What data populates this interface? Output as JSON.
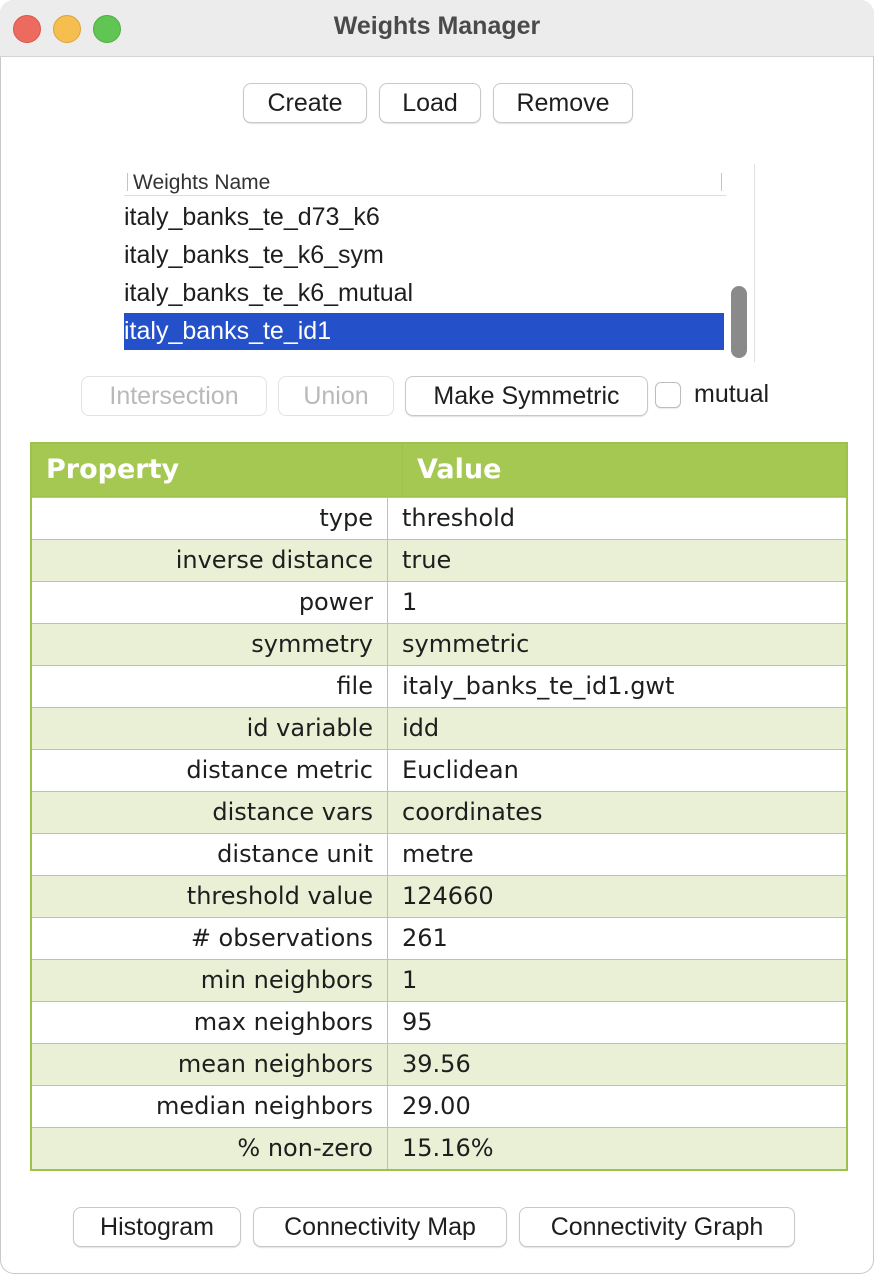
{
  "window": {
    "title": "Weights Manager"
  },
  "toolbar": {
    "create": "Create",
    "load": "Load",
    "remove": "Remove"
  },
  "weights_list": {
    "header": "Weights Name",
    "items": [
      {
        "label": "italy_banks_te_d73_k6",
        "selected": false
      },
      {
        "label": "italy_banks_te_k6_sym",
        "selected": false
      },
      {
        "label": "italy_banks_te_k6_mutual",
        "selected": false
      },
      {
        "label": "italy_banks_te_id1",
        "selected": true
      }
    ]
  },
  "ops": {
    "intersection": "Intersection",
    "union": "Union",
    "make_symmetric": "Make Symmetric",
    "mutual_label": "mutual",
    "mutual_checked": false
  },
  "properties": {
    "header_property": "Property",
    "header_value": "Value",
    "rows": [
      {
        "key": "type",
        "value": "threshold"
      },
      {
        "key": "inverse distance",
        "value": "true"
      },
      {
        "key": "power",
        "value": "1"
      },
      {
        "key": "symmetry",
        "value": "symmetric"
      },
      {
        "key": "file",
        "value": "italy_banks_te_id1.gwt"
      },
      {
        "key": "id variable",
        "value": "idd"
      },
      {
        "key": "distance metric",
        "value": "Euclidean"
      },
      {
        "key": "distance vars",
        "value": "coordinates"
      },
      {
        "key": "distance unit",
        "value": "metre"
      },
      {
        "key": "threshold value",
        "value": "124660"
      },
      {
        "key": "# observations",
        "value": "261"
      },
      {
        "key": "min neighbors",
        "value": "1"
      },
      {
        "key": "max neighbors",
        "value": "95"
      },
      {
        "key": "mean neighbors",
        "value": "39.56"
      },
      {
        "key": "median neighbors",
        "value": "29.00"
      },
      {
        "key": "% non-zero",
        "value": "15.16%"
      }
    ]
  },
  "bottom": {
    "histogram": "Histogram",
    "connectivity_map": "Connectivity Map",
    "connectivity_graph": "Connectivity Graph"
  },
  "colors": {
    "selection": "#2450ca",
    "table_header": "#a5c853",
    "table_stripe": "#e9f0d5"
  }
}
